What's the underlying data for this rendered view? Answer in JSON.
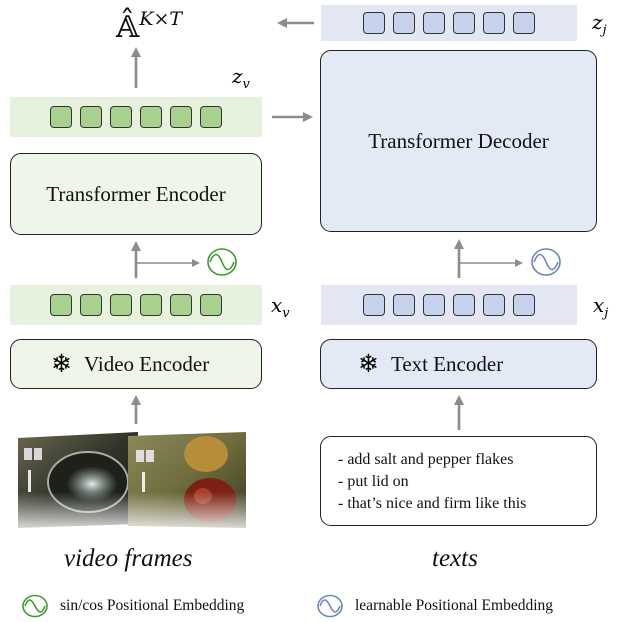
{
  "output_symbol": "𝔸̂",
  "output_superscript": "K×T",
  "z_v_label": "z_v",
  "z_j_label": "z_j",
  "x_v_label": "x_v",
  "x_j_label": "x_j",
  "transformer_encoder_label": "Transformer Encoder",
  "transformer_decoder_label": "Transformer Decoder",
  "video_encoder_label": "Video Encoder",
  "text_encoder_label": "Text Encoder",
  "frozen_icon": "snowflake-icon",
  "texts": [
    "- add salt and pepper flakes",
    "- put lid on",
    "- that’s nice and firm like this"
  ],
  "video_caption": "video frames",
  "texts_caption": "texts",
  "legend": {
    "sincos": "sin/cos Positional Embedding",
    "learnable": "learnable Positional Embedding"
  },
  "colors": {
    "green_token": "#a9d18e",
    "green_band": "#e6f1de",
    "green_box": "#eef5e9",
    "blue_token": "#c7d3ec",
    "blue_band": "#e2e7f3",
    "blue_box": "#e4e9f6",
    "sincos_ring": "#3f9a2c",
    "learnable_ring": "#6d85b8",
    "arrow": "#8c8c8c"
  }
}
